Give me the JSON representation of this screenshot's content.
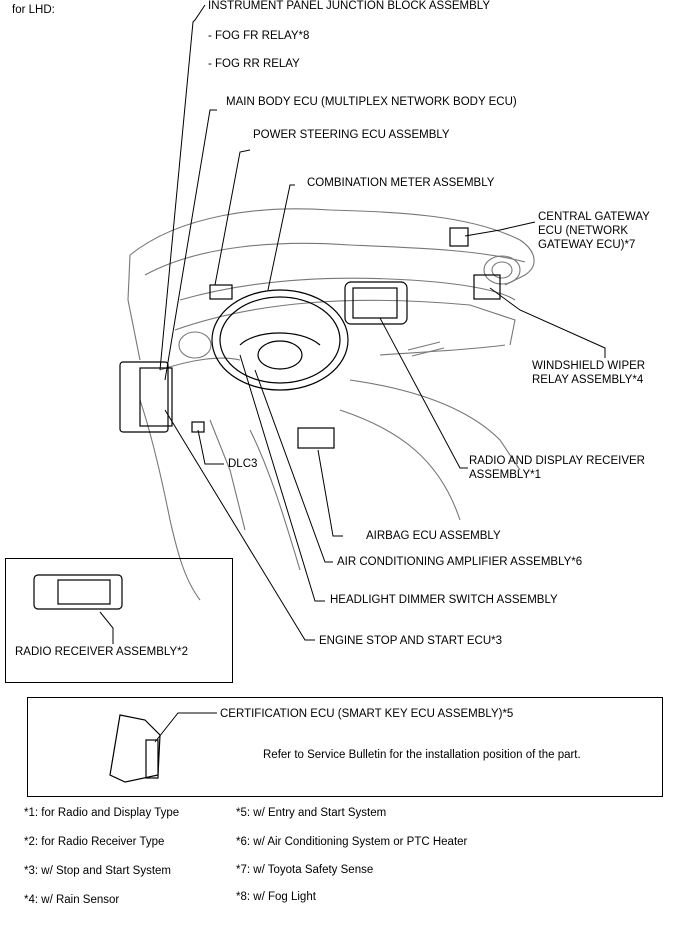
{
  "header": {
    "variant": "for LHD:"
  },
  "labels": {
    "ip_junction_block": "INSTRUMENT PANEL JUNCTION BLOCK ASSEMBLY",
    "fog_fr_relay": "- FOG FR RELAY*8",
    "fog_rr_relay": "- FOG RR RELAY",
    "main_body_ecu": "MAIN BODY ECU (MULTIPLEX NETWORK BODY ECU)",
    "power_steering_ecu": "POWER STEERING ECU ASSEMBLY",
    "combination_meter": "COMBINATION METER ASSEMBLY",
    "central_gateway_1": "CENTRAL GATEWAY",
    "central_gateway_2": "ECU (NETWORK",
    "central_gateway_3": "GATEWAY ECU)*7",
    "wiper_relay_1": "WINDSHIELD WIPER",
    "wiper_relay_2": "RELAY ASSEMBLY*4",
    "radio_display_1": "RADIO AND DISPLAY RECEIVER",
    "radio_display_2": "ASSEMBLY*1",
    "dlc3": "DLC3",
    "airbag_ecu": "AIRBAG ECU ASSEMBLY",
    "ac_amplifier": "AIR CONDITIONING AMPLIFIER ASSEMBLY*6",
    "headlight_dimmer": "HEADLIGHT DIMMER SWITCH ASSEMBLY",
    "engine_stop_start": "ENGINE STOP AND START ECU*3",
    "radio_receiver": "RADIO RECEIVER ASSEMBLY*2",
    "certification_ecu": "CERTIFICATION ECU (SMART KEY ECU ASSEMBLY)*5",
    "service_note": "Refer to Service Bulletin for the installation position of the part."
  },
  "footnotes": [
    "*1: for Radio and Display Type",
    "*2: for Radio Receiver Type",
    "*3: w/ Stop and Start System",
    "*4: w/ Rain Sensor",
    "*5: w/ Entry and Start System",
    "*6: w/ Air Conditioning System or PTC Heater",
    "*7: w/ Toyota Safety Sense",
    "*8: w/ Fog Light"
  ]
}
